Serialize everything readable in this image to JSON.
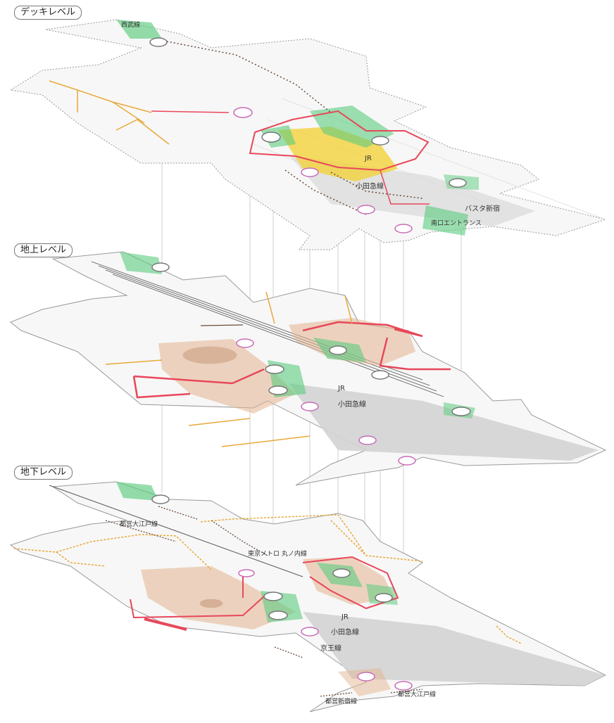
{
  "levels": {
    "deck": {
      "title": "デッキレベル"
    },
    "ground": {
      "title": "地上レベル"
    },
    "underground": {
      "title": "地下レベル"
    }
  },
  "labels": {
    "deck_station_jr": "JR",
    "deck_station_odakyu": "小田急線",
    "deck_bus_terminal": "バスタ新宿",
    "deck_entrance": "南口エントランス",
    "deck_corner": "西武線",
    "ground_station_jr": "JR",
    "ground_station_odakyu": "小田急線",
    "ug_line_1": "都営大江戸線",
    "ug_line_2": "東京メトロ 丸ノ内線",
    "ug_station_jr": "JR",
    "ug_station_odakyu": "小田急線",
    "ug_station_keio": "京王線",
    "ug_bottom_left": "都営新宿線",
    "ug_bottom_right": "都営大江戸線"
  },
  "colors": {
    "red_route": "#e8475a",
    "orange_route": "#e8a93a",
    "dark_route": "#6b4a3a",
    "green_zone": "#5ccc7e",
    "yellow_zone": "#f3d23a",
    "tan_zone": "#e3b58f",
    "node_ring": "#c86ab8",
    "platform": "#f4f4f4",
    "track_grey": "#d3d3d3"
  }
}
